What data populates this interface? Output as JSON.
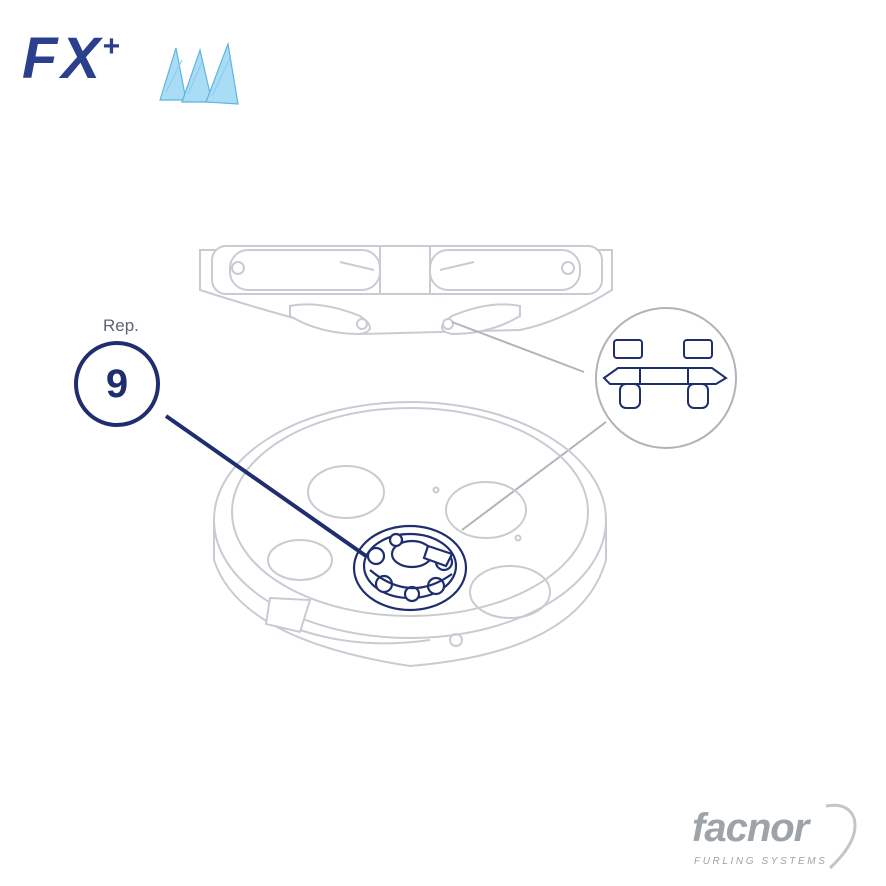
{
  "header": {
    "logo_text": "FX",
    "logo_plus": "+"
  },
  "callout": {
    "label": "Rep.",
    "number": "9"
  },
  "brand": {
    "name": "facnor",
    "tagline": "FURLING SYSTEMS"
  },
  "colors": {
    "outline": "#c8ccd2",
    "highlight": "#1f2f6e",
    "logo_blue": "#2b3f8c",
    "sail_blue": "#5fb4e0",
    "brand_grey": "#9ea3a8"
  }
}
